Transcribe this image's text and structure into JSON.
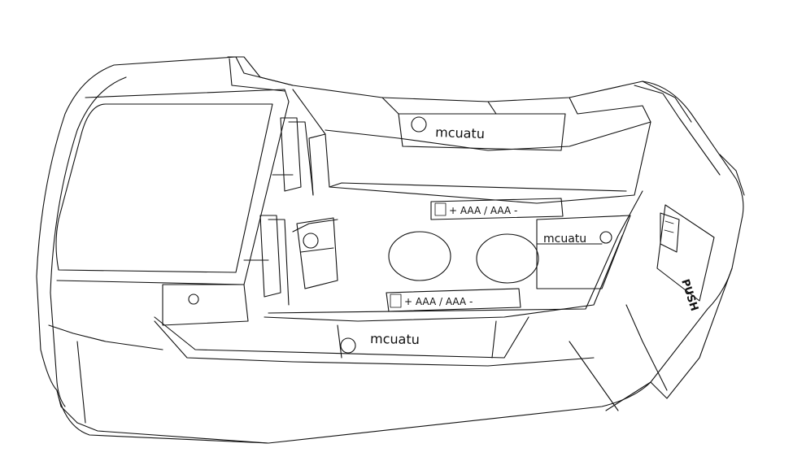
{
  "diagram": {
    "labels": {
      "brand_top": "mcuatu",
      "brand_bottom": "mcuatu",
      "brand_side": "mcuatu",
      "battery_upper": "+ AAA / AAA -",
      "battery_lower": "+ AAA / AAA -",
      "push_button": "PUSH"
    },
    "colors": {
      "line": "#111111",
      "background": "#ffffff"
    }
  }
}
